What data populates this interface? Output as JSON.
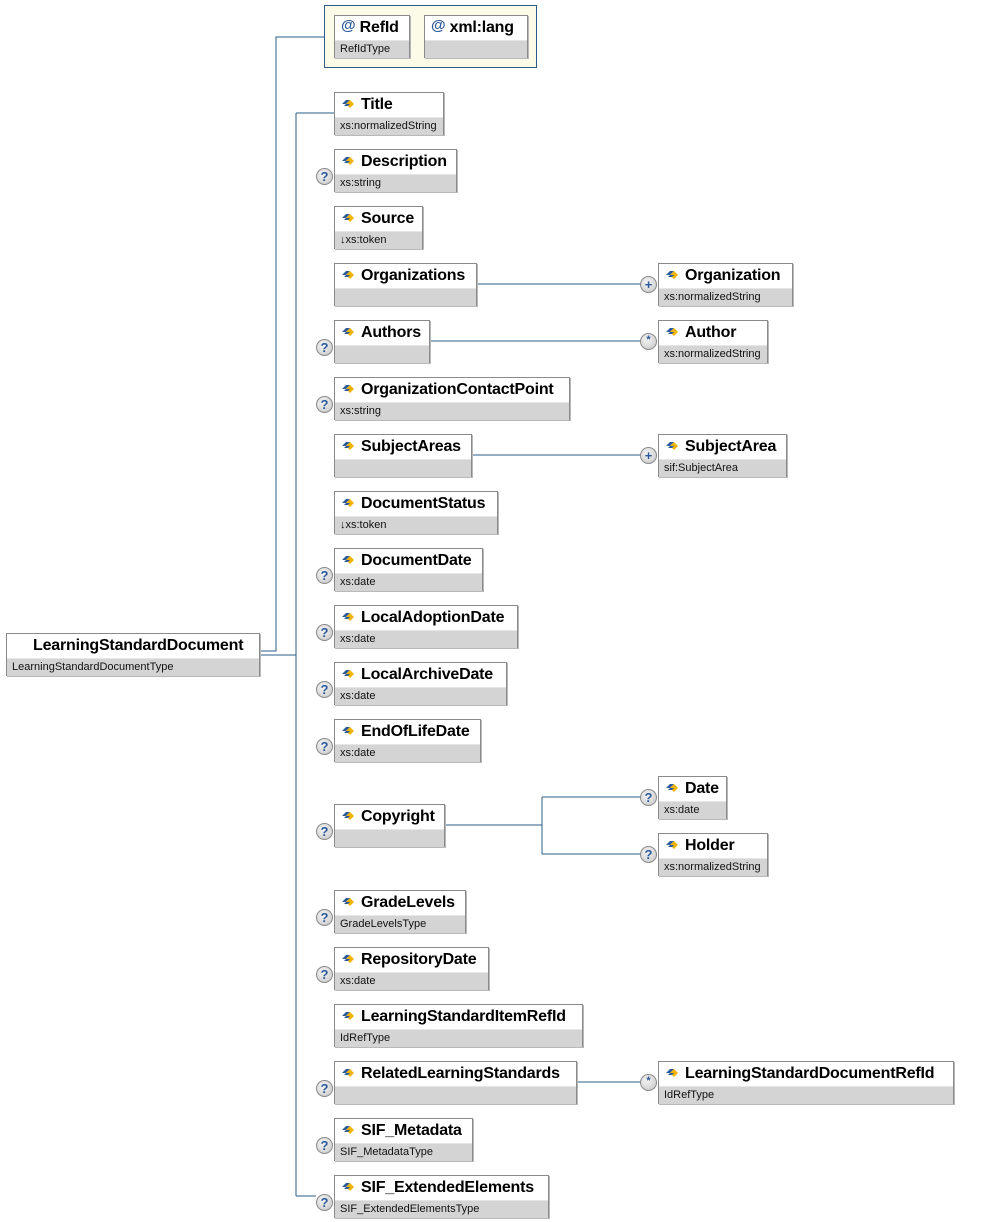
{
  "root": {
    "name": "LearningStandardDocument",
    "type": "LearningStandardDocumentType"
  },
  "attributes": [
    {
      "name": "RefId",
      "type": "RefIdType",
      "icon": "attribute-at-icon"
    },
    {
      "name": "xml:lang",
      "type": "",
      "icon": "attribute-at-icon"
    }
  ],
  "elements": [
    {
      "name": "Title",
      "type": "xs:normalizedString",
      "occurrence": ""
    },
    {
      "name": "Description",
      "type": "xs:string",
      "occurrence": "?"
    },
    {
      "name": "Source",
      "type": "↓xs:token",
      "occurrence": ""
    },
    {
      "name": "Organizations",
      "type": "",
      "occurrence": "",
      "children": [
        {
          "name": "Organization",
          "type": "xs:normalizedString",
          "occurrence": "+"
        }
      ]
    },
    {
      "name": "Authors",
      "type": "",
      "occurrence": "?",
      "children": [
        {
          "name": "Author",
          "type": "xs:normalizedString",
          "occurrence": "*"
        }
      ]
    },
    {
      "name": "OrganizationContactPoint",
      "type": "xs:string",
      "occurrence": "?"
    },
    {
      "name": "SubjectAreas",
      "type": "",
      "occurrence": "",
      "children": [
        {
          "name": "SubjectArea",
          "type": "sif:SubjectArea",
          "occurrence": "+"
        }
      ]
    },
    {
      "name": "DocumentStatus",
      "type": "↓xs:token",
      "occurrence": ""
    },
    {
      "name": "DocumentDate",
      "type": "xs:date",
      "occurrence": "?"
    },
    {
      "name": "LocalAdoptionDate",
      "type": "xs:date",
      "occurrence": "?"
    },
    {
      "name": "LocalArchiveDate",
      "type": "xs:date",
      "occurrence": "?"
    },
    {
      "name": "EndOfLifeDate",
      "type": "xs:date",
      "occurrence": "?"
    },
    {
      "name": "Copyright",
      "type": "",
      "occurrence": "?",
      "children": [
        {
          "name": "Date",
          "type": "xs:date",
          "occurrence": "?"
        },
        {
          "name": "Holder",
          "type": "xs:normalizedString",
          "occurrence": "?"
        }
      ]
    },
    {
      "name": "GradeLevels",
      "type": "GradeLevelsType",
      "occurrence": "?"
    },
    {
      "name": "RepositoryDate",
      "type": "xs:date",
      "occurrence": "?"
    },
    {
      "name": "LearningStandardItemRefId",
      "type": "IdRefType",
      "occurrence": ""
    },
    {
      "name": "RelatedLearningStandards",
      "type": "",
      "occurrence": "?",
      "children": [
        {
          "name": "LearningStandardDocumentRefId",
          "type": "IdRefType",
          "occurrence": "*"
        }
      ]
    },
    {
      "name": "SIF_Metadata",
      "type": "SIF_MetadataType",
      "occurrence": "?"
    },
    {
      "name": "SIF_ExtendedElements",
      "type": "SIF_ExtendedElementsType",
      "occurrence": "?"
    }
  ],
  "colors": {
    "connector": "#2e5c8a",
    "attribute_group_bg": "#fbfbe8",
    "type_bar": "#d4d4d4",
    "icon_blue": "#2c5a9a",
    "icon_yellow": "#f0b400"
  }
}
